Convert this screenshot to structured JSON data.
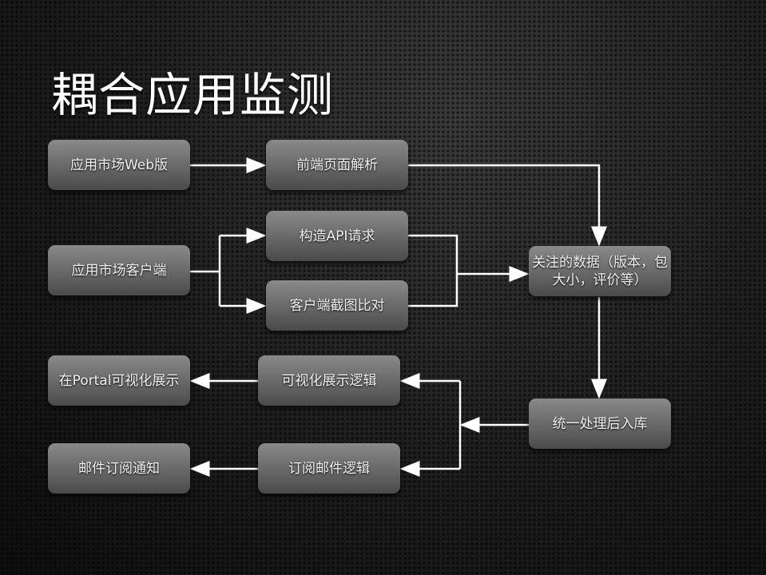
{
  "title": "耦合应用监测",
  "nodes": {
    "web": "应用市场Web版",
    "frontend_parse": "前端页面解析",
    "api_request": "构造API请求",
    "client": "应用市场客户端",
    "screenshot_compare": "客户端截图比对",
    "data_of_interest": "关注的数据（版本，包大小，评价等）",
    "portal_display": "在Portal可视化展示",
    "visual_logic": "可视化展示逻辑",
    "store": "统一处理后入库",
    "email_notify": "邮件订阅通知",
    "subscribe_logic": "订阅邮件逻辑"
  }
}
